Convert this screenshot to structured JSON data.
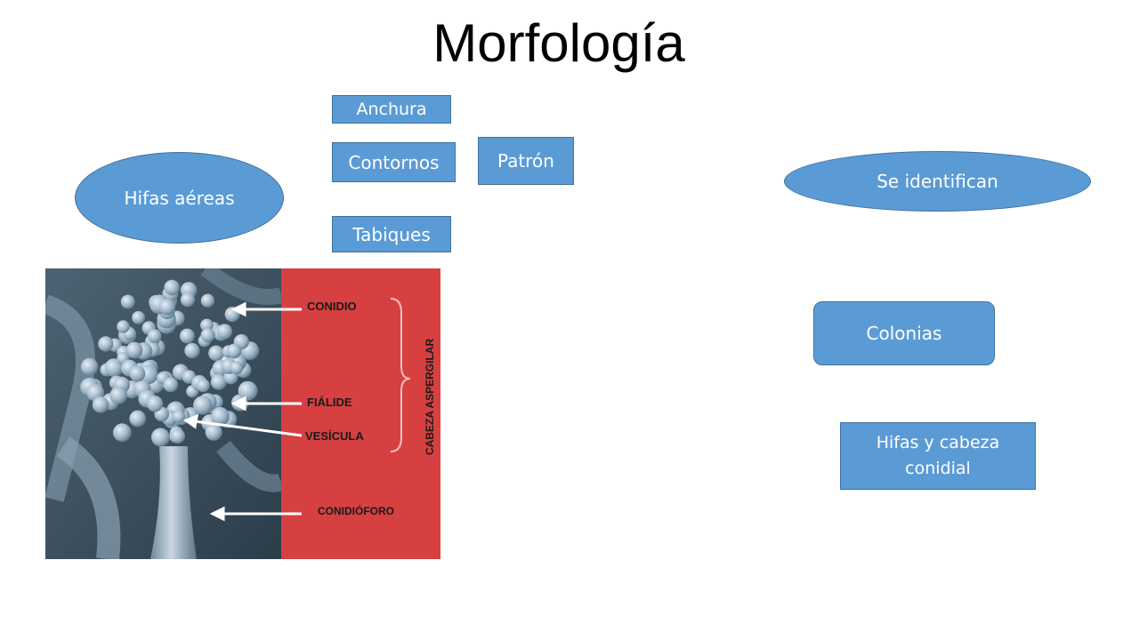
{
  "slide": {
    "title": "Morfología"
  },
  "boxes": {
    "anchura": "Anchura",
    "contornos": "Contornos",
    "patron": "Patrón",
    "tabiques": "Tabiques",
    "hifas_aereas": "Hifas aéreas",
    "se_identifican": "Se identifican",
    "colonias": "Colonias",
    "hifas_cabeza": "Hifas y cabeza conidial"
  },
  "figure": {
    "labels": {
      "conidio": "CONIDIO",
      "fialide": "FIÁLIDE",
      "vesicula": "VESÍCULA",
      "conidioforo": "CONIDIÓFORO",
      "cabeza": "CABEZA ASPERGILAR"
    }
  },
  "colors": {
    "box_fill": "#5b9bd5",
    "box_border": "#41719c",
    "figure_panel": "#d64040",
    "micrograph_bg": "#3a4e5c"
  },
  "icons": [
    "aspergillus-micrograph-image"
  ]
}
